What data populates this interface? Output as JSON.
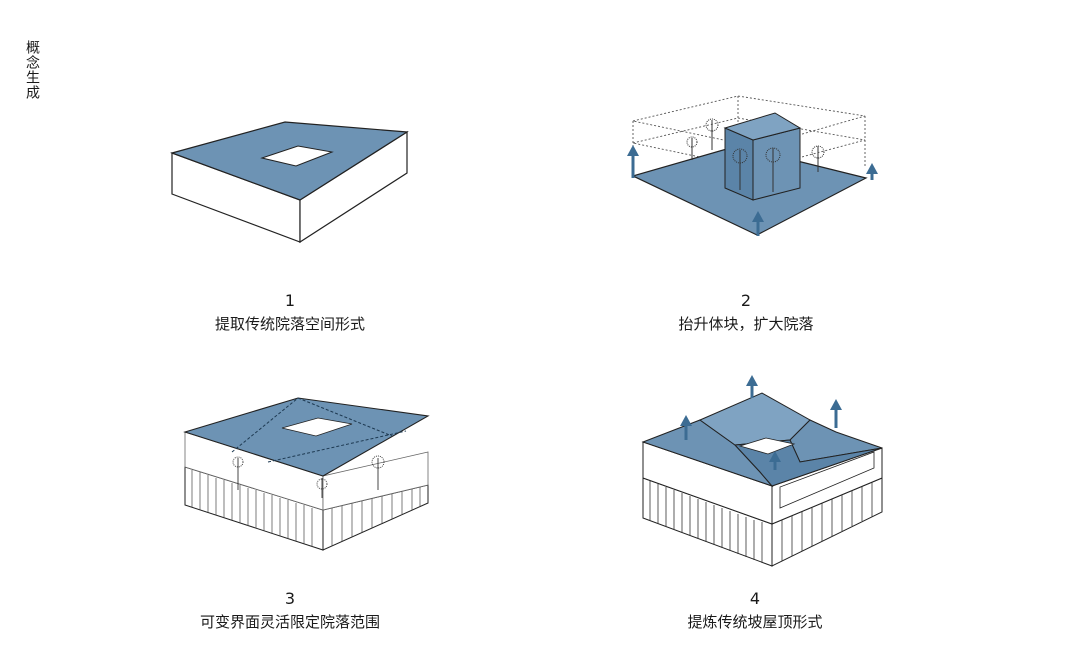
{
  "side_title": "概念生成",
  "colors": {
    "roof": "#6d93b4",
    "roof_dark": "#4e7596",
    "arrow": "#3c6c93",
    "line": "#222222"
  },
  "steps": [
    {
      "num": "1",
      "caption": "提取传统院落空间形式"
    },
    {
      "num": "2",
      "caption": "抬升体块，扩大院落"
    },
    {
      "num": "3",
      "caption": "可变界面灵活限定院落范围"
    },
    {
      "num": "4",
      "caption": "提炼传统坡屋顶形式"
    }
  ]
}
